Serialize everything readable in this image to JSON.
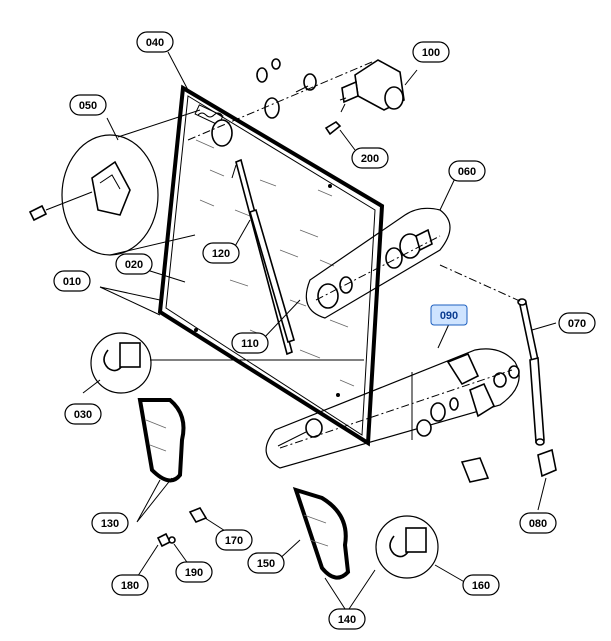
{
  "callouts": [
    {
      "id": "c010",
      "label": "010"
    },
    {
      "id": "c020",
      "label": "020"
    },
    {
      "id": "c030",
      "label": "030"
    },
    {
      "id": "c040",
      "label": "040"
    },
    {
      "id": "c050",
      "label": "050"
    },
    {
      "id": "c060",
      "label": "060"
    },
    {
      "id": "c070",
      "label": "070"
    },
    {
      "id": "c080",
      "label": "080"
    },
    {
      "id": "c090",
      "label": "090",
      "highlighted": true
    },
    {
      "id": "c100",
      "label": "100"
    },
    {
      "id": "c110",
      "label": "110"
    },
    {
      "id": "c120",
      "label": "120"
    },
    {
      "id": "c130",
      "label": "130"
    },
    {
      "id": "c140",
      "label": "140"
    },
    {
      "id": "c150",
      "label": "150"
    },
    {
      "id": "c160",
      "label": "160"
    },
    {
      "id": "c170",
      "label": "170"
    },
    {
      "id": "c180",
      "label": "180"
    },
    {
      "id": "c190",
      "label": "190"
    },
    {
      "id": "c200",
      "label": "200"
    }
  ],
  "colors": {
    "highlight_fill": "#cfe4ff",
    "highlight_text": "#0b3d91",
    "line": "#000000"
  }
}
